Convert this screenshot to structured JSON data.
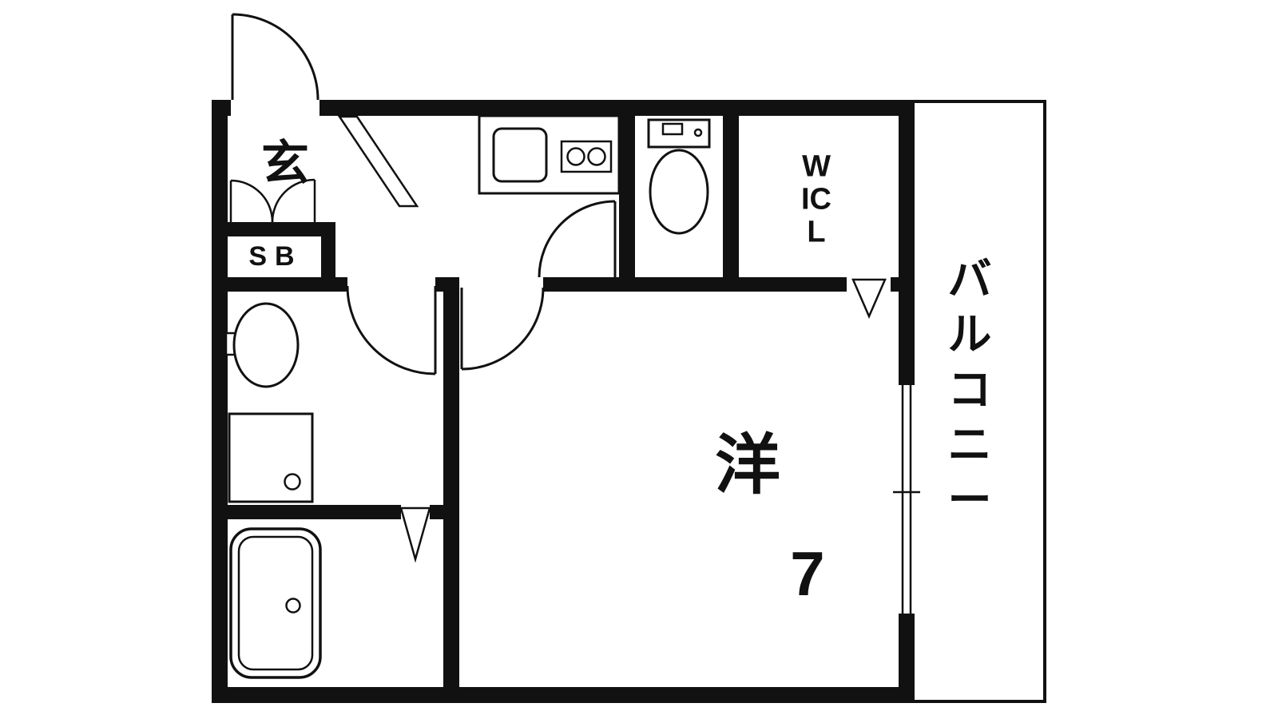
{
  "colors": {
    "wall": "#111111",
    "background": "#ffffff"
  },
  "floorplan": {
    "labels": {
      "entrance": "玄",
      "shoe_box": "SB",
      "walk_in_closet": "WICL",
      "room_type": "洋",
      "room_size": "7",
      "balcony": "バルコニー"
    },
    "fixtures": [
      "entrance-door",
      "shoe-cabinet-doors",
      "entrance-step",
      "kitchen-counter",
      "kitchen-sink",
      "gas-stove",
      "toilet",
      "washroom-door",
      "bedroom-door",
      "toilet-door",
      "washbasin",
      "washing-machine-pan",
      "bathtub",
      "folding-door-bathroom",
      "folding-door-wicl",
      "balcony-sliding-window"
    ]
  }
}
